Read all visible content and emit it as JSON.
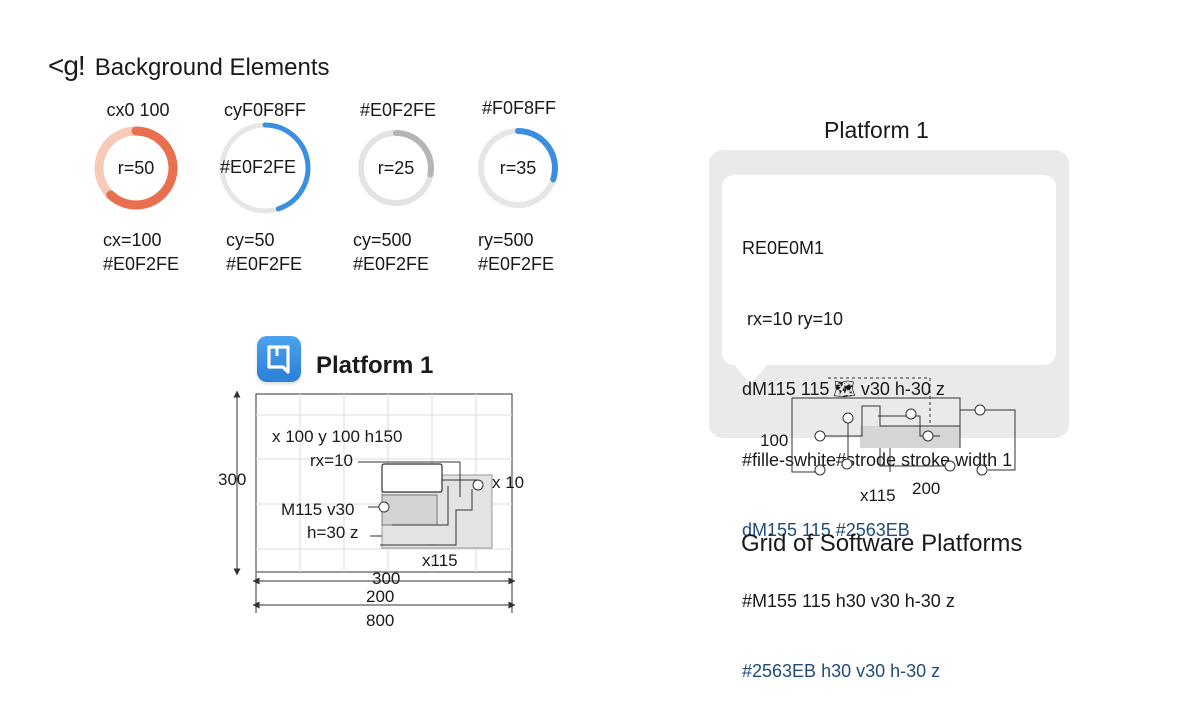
{
  "header": {
    "glyph": "<g!",
    "title": "Background Elements"
  },
  "rings": [
    {
      "top_label": "cx0 100",
      "center_text": "r=50",
      "bottom_lines": [
        "cx=100",
        "#E0F2FE"
      ],
      "color": "#e8704f",
      "track": "#f7c9b8",
      "fraction": 0.62
    },
    {
      "top_label": "cyF0F8FF",
      "center_text": "#E0F2FE",
      "bottom_lines": [
        "cy=50",
        "#E0F2FE"
      ],
      "color": "#3b8fe0",
      "track": "#e6e6e6",
      "fraction": 0.45
    },
    {
      "top_label": "#E0F2FE",
      "center_text": "r=25",
      "bottom_lines": [
        "cy=500",
        "#E0F2FE"
      ],
      "color": "#b5b5b5",
      "track": "#e3e3e3",
      "fraction": 0.28
    },
    {
      "top_label": "#F0F8FF",
      "center_text": "r=35",
      "bottom_lines": [
        "ry=500",
        "#E0F2FE"
      ],
      "color": "#3b8fe0",
      "track": "#e6e6e6",
      "fraction": 0.3
    }
  ],
  "left_platform": {
    "title": "Platform 1",
    "line1": "x 100 y 100 h150",
    "line2": "rx=10",
    "line3": "M115 v30",
    "line4": "h=30 z",
    "x10": "x 10",
    "x115": "x115",
    "dim_300_v": "300",
    "dim_300_h": "300",
    "dim_200": "200",
    "dim_800": "800"
  },
  "right_platform": {
    "title": "Platform 1",
    "code_lines": [
      {
        "text": "RE0E0M1",
        "accent": false
      },
      {
        "text": " rx=10 ry=10",
        "accent": false
      },
      {
        "text": "dM115 115 🗺 v30 h-30 z",
        "accent": false
      },
      {
        "text": "#fille-swhite#strode stroke width 1",
        "accent": false
      },
      {
        "text": "dM155 115 #2563EB",
        "accent": true
      },
      {
        "text": "#M155 115 h30 v30 h-30 z",
        "accent": false
      },
      {
        "text": "#2563EB h30 v30 h-30 z",
        "accent": true
      }
    ],
    "label_100": "100",
    "label_x115": "x115",
    "label_200": "200",
    "caption": "Grid of Software Platforms"
  },
  "colors": {
    "accent_blue": "#2563EB",
    "panel_gray": "#eaeaea"
  }
}
